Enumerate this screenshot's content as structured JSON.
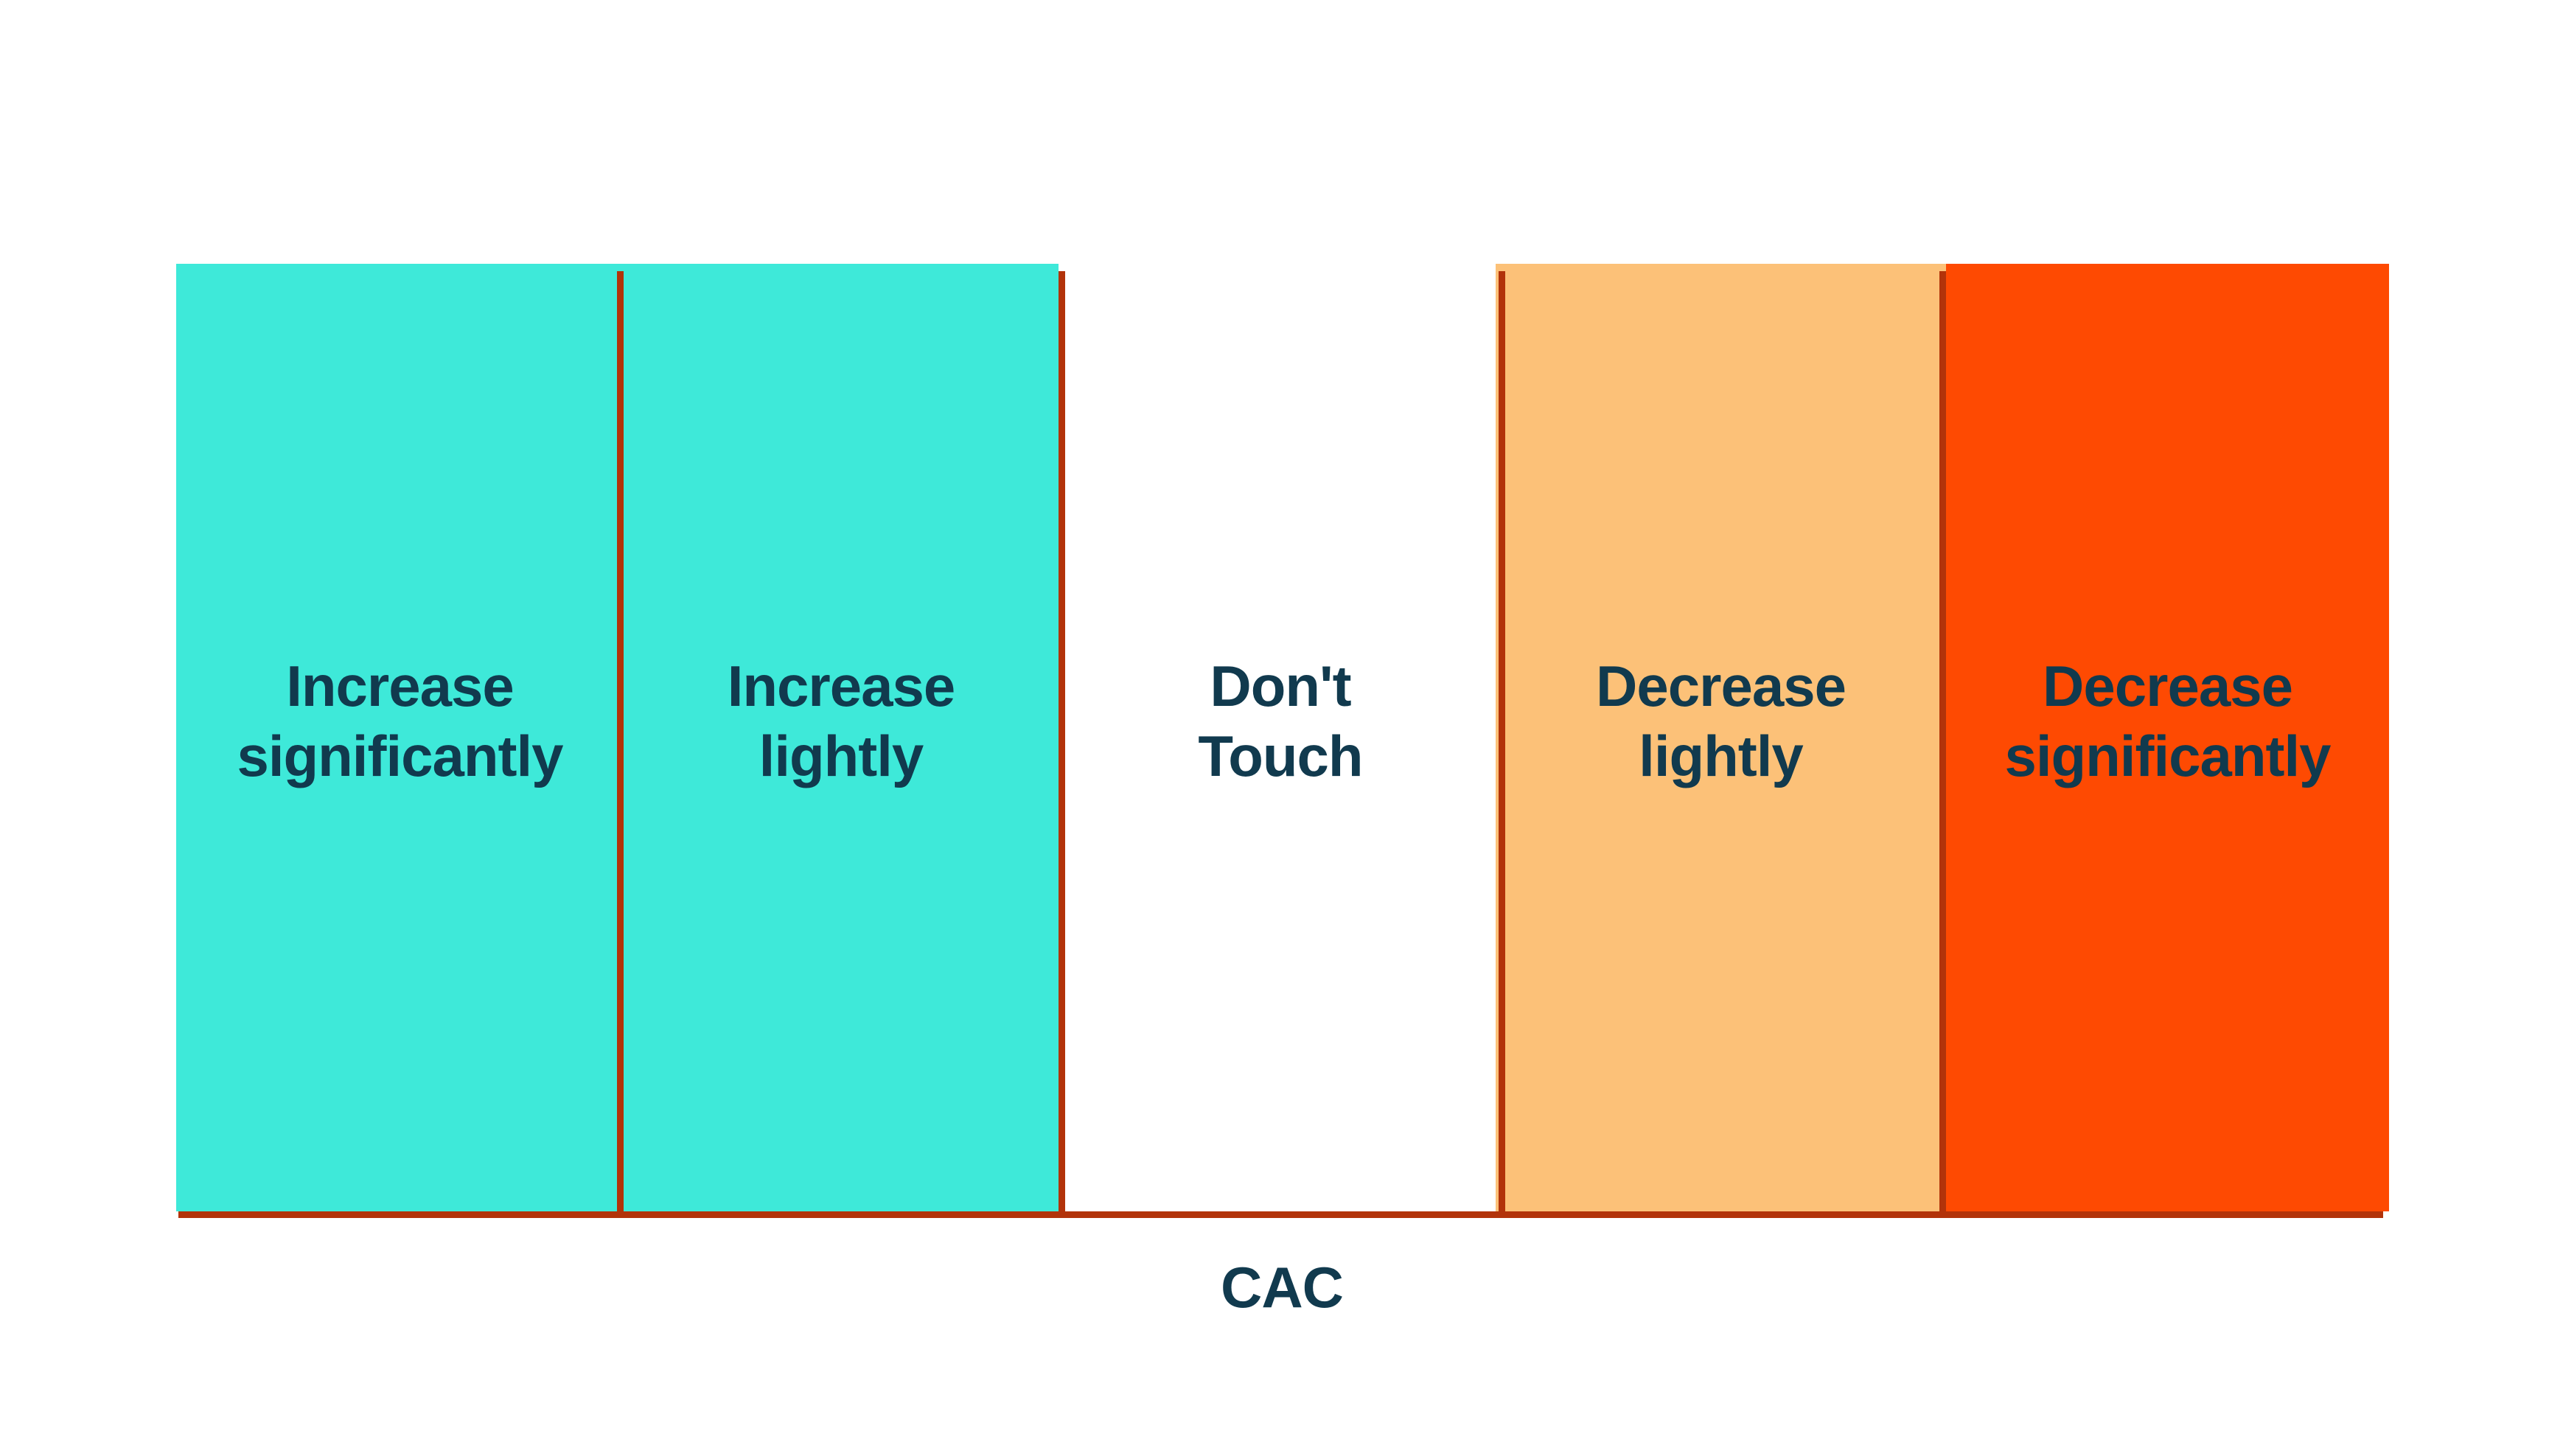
{
  "diagram": {
    "axis_label": "CAC",
    "zones": [
      {
        "name": "increase-significantly",
        "label": "Increase\nsignificantly",
        "color": "#3EE9D9"
      },
      {
        "name": "increase-lightly",
        "label": "Increase\nlightly",
        "color": "#3EE9D9"
      },
      {
        "name": "dont-touch",
        "label": "Don't\nTouch",
        "color": "#FFFFFF"
      },
      {
        "name": "decrease-lightly",
        "label": "Decrease\nlightly",
        "color": "#FCC178"
      },
      {
        "name": "decrease-significantly",
        "label": "Decrease\nsignificantly",
        "color": "#FE4A02"
      }
    ],
    "colors": {
      "divider_line": "#B2330A",
      "axis_line": "#B2330A",
      "label_text": "#113A4E",
      "background": "#FFFFFF"
    }
  }
}
